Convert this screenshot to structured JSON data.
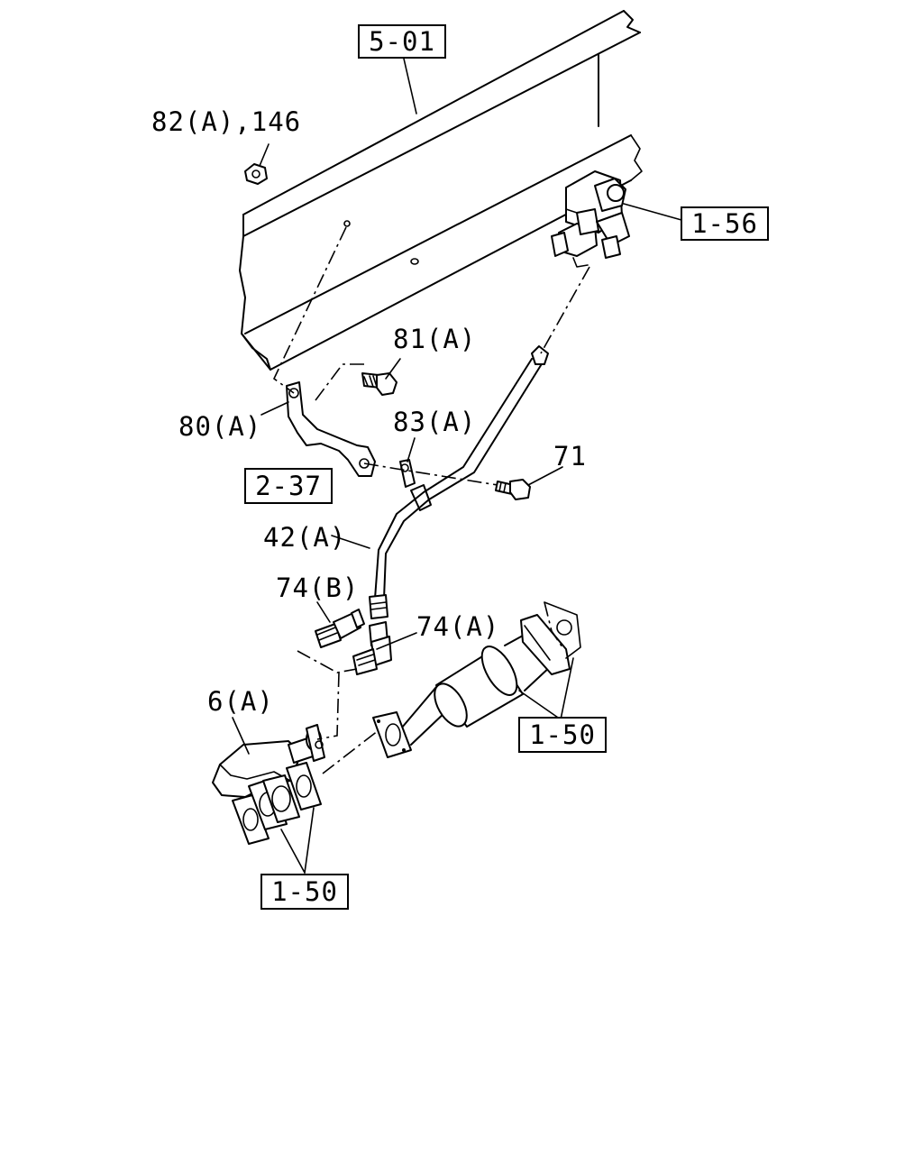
{
  "diagram": {
    "callouts": {
      "ref_5_01": "5-01",
      "ref_1_56": "1-56",
      "ref_2_37": "2-37",
      "ref_1_50_right": "1-50",
      "ref_1_50_bottom": "1-50"
    },
    "labels": {
      "part_82_146": "82(A),146",
      "part_81": "81(A)",
      "part_80": "80(A)",
      "part_83": "83(A)",
      "part_71": "71",
      "part_42": "42(A)",
      "part_74b": "74(B)",
      "part_74a": "74(A)",
      "part_6": "6(A)"
    }
  }
}
